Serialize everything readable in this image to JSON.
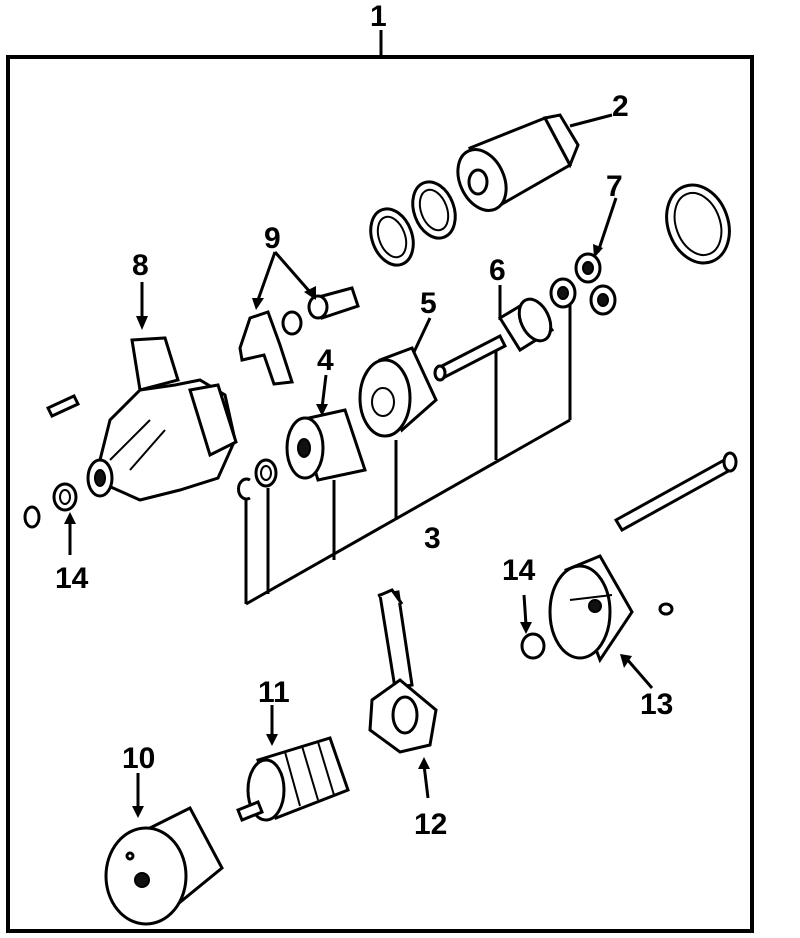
{
  "callouts": {
    "c1": "1",
    "c2": "2",
    "c3": "3",
    "c4": "4",
    "c5": "5",
    "c6": "6",
    "c7": "7",
    "c8": "8",
    "c9": "9",
    "c10": "10",
    "c11": "11",
    "c12": "12",
    "c13": "13",
    "c14a": "14",
    "c14b": "14"
  },
  "colors": {
    "ink": "#000000",
    "paper": "#ffffff"
  }
}
